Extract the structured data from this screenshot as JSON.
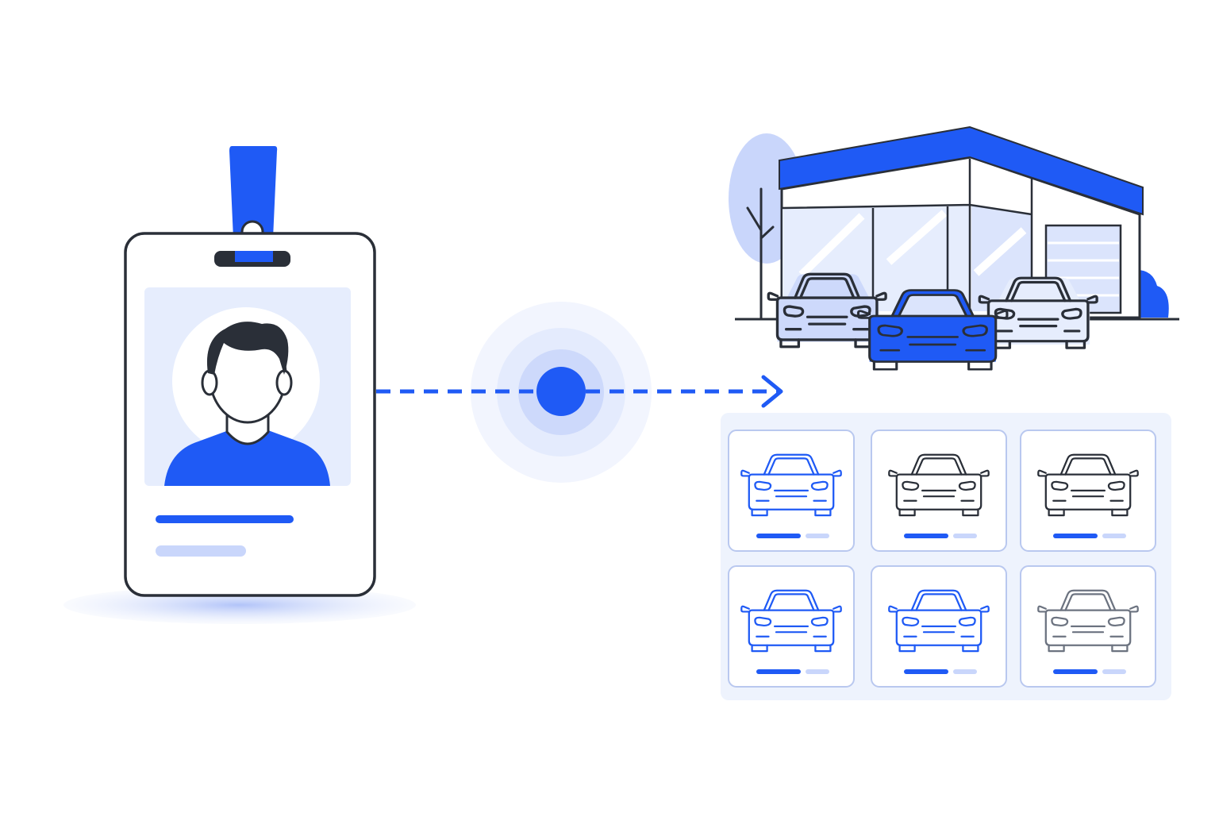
{
  "colors": {
    "accent": "#1f5af5",
    "accent_light": "#c9d6fb",
    "accent_pale": "#e6edfd",
    "outline": "#2a2f38",
    "grey_car": "#6c7380",
    "panel_bg": "#eef3fd",
    "tile_border": "#b9c8ef"
  },
  "icons": {
    "badge": "id-badge-icon",
    "avatar": "person-avatar-icon",
    "signal": "signal-pulse-icon",
    "arrow": "dashed-arrow-right-icon",
    "dealership": "car-dealership-icon",
    "car": "car-front-icon"
  },
  "catalog": {
    "tiles": [
      {
        "style": "accent"
      },
      {
        "style": "dark"
      },
      {
        "style": "dark"
      },
      {
        "style": "accent"
      },
      {
        "style": "accent"
      },
      {
        "style": "grey"
      }
    ]
  }
}
